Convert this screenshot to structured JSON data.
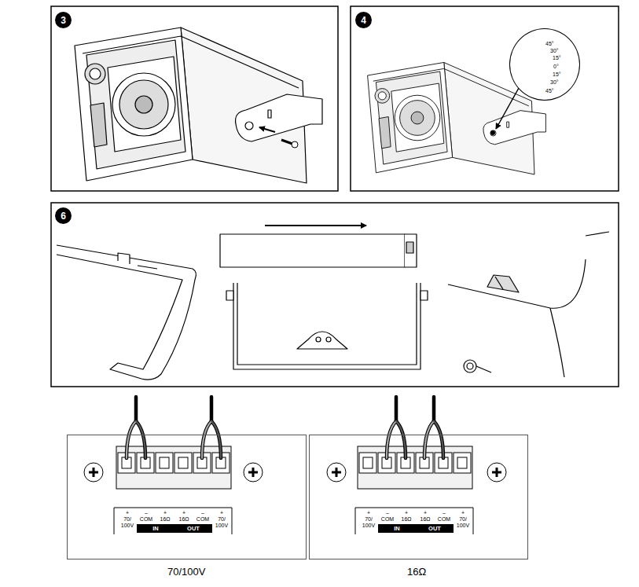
{
  "diagram": {
    "nodes": [
      {
        "text": [
          "3"
        ]
      },
      {
        "text": [
          "4"
        ]
      },
      {
        "text": [
          "45°",
          "30°",
          "15°",
          "0°",
          "15°",
          "30°",
          "45°"
        ]
      },
      {
        "text": [
          "6"
        ]
      },
      {
        "text": [
          "+",
          "70/ 100V",
          "–",
          "COM",
          "+",
          "16Ω",
          "+",
          "16Ω",
          "–",
          "COM",
          "+",
          "70/ 100V"
        ]
      },
      {
        "text": [
          "IN",
          "OUT"
        ],
        "in": 4
      },
      {
        "text": [
          "+",
          "70/ 100V",
          "–",
          "COM",
          "+",
          "16Ω",
          "+",
          "16Ω",
          "–",
          "COM",
          "+",
          "70/ 100V"
        ]
      },
      {
        "text": [
          "IN",
          "OUT"
        ],
        "in": 6
      }
    ],
    "labels": [
      "70/100V",
      "16Ω"
    ]
  }
}
